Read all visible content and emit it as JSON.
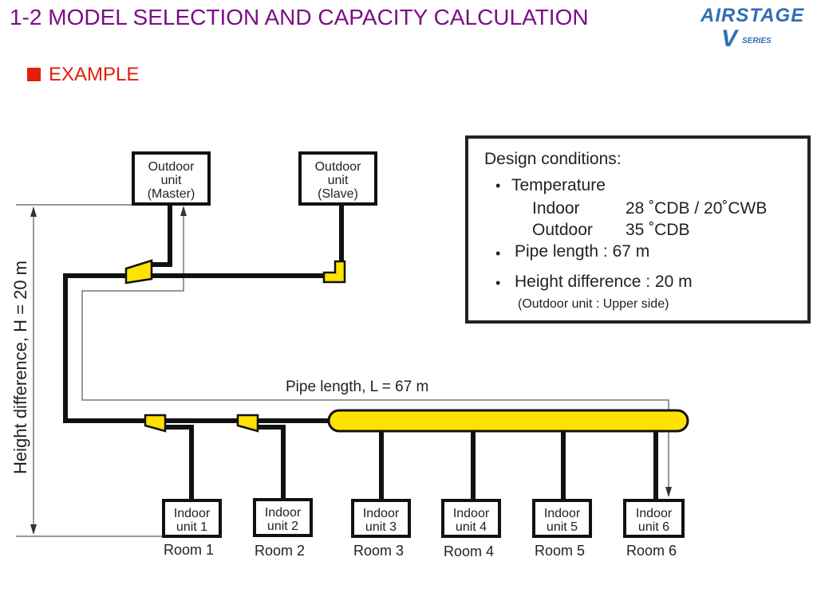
{
  "header": {
    "title": "1-2 MODEL SELECTION AND CAPACITY CALCULATION",
    "logo": {
      "brand": "AIRSTAGE",
      "v": "V",
      "series": "SERIES"
    },
    "section": "EXAMPLE"
  },
  "colors": {
    "title": "#7b0f86",
    "section": "#e0200a",
    "pipe_fill": "#ffe200",
    "logo": "#2f6eb5"
  },
  "diagram": {
    "outdoor_master": {
      "l1": "Outdoor",
      "l2": "unit",
      "l3": "(Master)"
    },
    "outdoor_slave": {
      "l1": "Outdoor",
      "l2": "unit",
      "l3": "(Slave)"
    },
    "height_label": "Height difference, H = 20 m",
    "pipe_label": "Pipe length,  L = 67 m",
    "indoor_units": [
      {
        "l1": "Indoor",
        "l2": "unit 1",
        "room": "Room 1"
      },
      {
        "l1": "Indoor",
        "l2": "unit 2",
        "room": "Room 2"
      },
      {
        "l1": "Indoor",
        "l2": "unit 3",
        "room": "Room 3"
      },
      {
        "l1": "Indoor",
        "l2": "unit 4",
        "room": "Room 4"
      },
      {
        "l1": "Indoor",
        "l2": "unit 5",
        "room": "Room 5"
      },
      {
        "l1": "Indoor",
        "l2": "unit 6",
        "room": "Room 6"
      }
    ]
  },
  "design": {
    "heading": "Design conditions:",
    "temperature": "Temperature",
    "indoor_label": "Indoor",
    "indoor_value": "28 ˚CDB / 20˚CWB",
    "outdoor_label": "Outdoor",
    "outdoor_value": "35 ˚CDB",
    "pipe": "Pipe length :  67 m",
    "height": "Height difference :  20 m",
    "note": "(Outdoor unit : Upper side)"
  }
}
